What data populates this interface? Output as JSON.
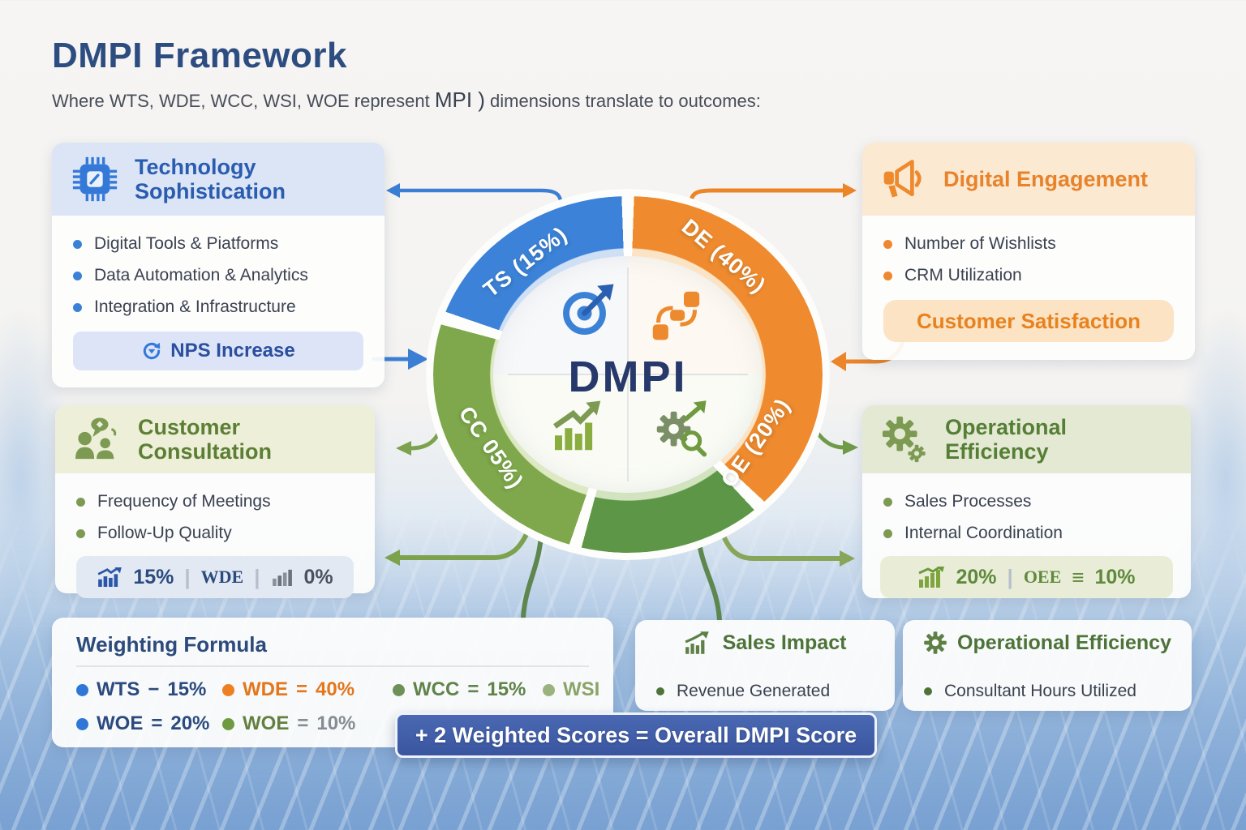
{
  "header": {
    "title": "DMPI Framework",
    "subtitle_prefix": "Where WTS, WDE, WCC, WSI, WOE represent ",
    "subtitle_mid": "MPI )",
    "subtitle_suffix": " dimensions translate to outcomes:"
  },
  "hub": {
    "center_label": "DMPI",
    "segments": [
      {
        "code": "TS",
        "label": "TS (15%)",
        "color": "#3b82d8"
      },
      {
        "code": "DE",
        "label": "DE (40%)",
        "color": "#ef8a2e"
      },
      {
        "code": "OE",
        "label": "OE (20%)",
        "color": "#5d9647"
      },
      {
        "code": "CC",
        "label": "CC 05%)",
        "color": "#7ea84b"
      }
    ]
  },
  "cards": {
    "technology": {
      "title": "Technology Sophistication",
      "items": [
        "Digital Tools & Piatforms",
        "Data Automation & Analytics",
        "Integration & Infrastructure"
      ],
      "badge": "NPS Increase",
      "accent": "#2a5cb0"
    },
    "digital": {
      "title": "Digital Engagement",
      "items": [
        "Number of Wishlists",
        "CRM Utilization"
      ],
      "badge": "Customer Satisfaction",
      "accent": "#e8832b"
    },
    "consultation": {
      "title": "Customer Consultation",
      "items": [
        "Frequency of Meetings",
        "Follow-Up Quality"
      ],
      "stats": {
        "metric1": "15%",
        "label": "WDE",
        "metric2": "0%"
      },
      "accent": "#5d7f35"
    },
    "operational": {
      "title": "Operational Efficiency",
      "items": [
        "Sales Processes",
        "Internal Coordination"
      ],
      "stats": {
        "metric1": "20%",
        "label": "OEE",
        "glyph": "≡",
        "metric2": "10%"
      },
      "accent": "#567f36"
    },
    "weighting": {
      "title": "Weighting Formula",
      "legend": [
        {
          "label": "WTS",
          "op": "−",
          "value": "15%",
          "dot": "#2f77d6"
        },
        {
          "label": "WDE",
          "op": "=",
          "value": "40%",
          "dot": "#ee7f22"
        },
        {
          "label": "WCC",
          "op": "=",
          "value": "15%",
          "dot": "#6d9058"
        },
        {
          "label": "WSI",
          "op": "",
          "value": "",
          "dot": "#9ab37e"
        },
        {
          "label": "WOE",
          "op": "=",
          "value": "20%",
          "dot": "#2f77d6"
        },
        {
          "label": "WOE",
          "op": "=",
          "value": "10%",
          "dot": "#6f9a3f"
        }
      ]
    },
    "sales_impact": {
      "title": "Sales Impact",
      "items": [
        "Revenue Generated"
      ],
      "accent": "#4d7339"
    },
    "operational_outcome": {
      "title": "Operational Efficiency",
      "items": [
        "Consultant Hours Utilized"
      ],
      "accent": "#4d7339"
    }
  },
  "banner": {
    "text": "+ 2 Weighted Scores = Overall DMPI Score",
    "color": "#3d5ca6"
  }
}
